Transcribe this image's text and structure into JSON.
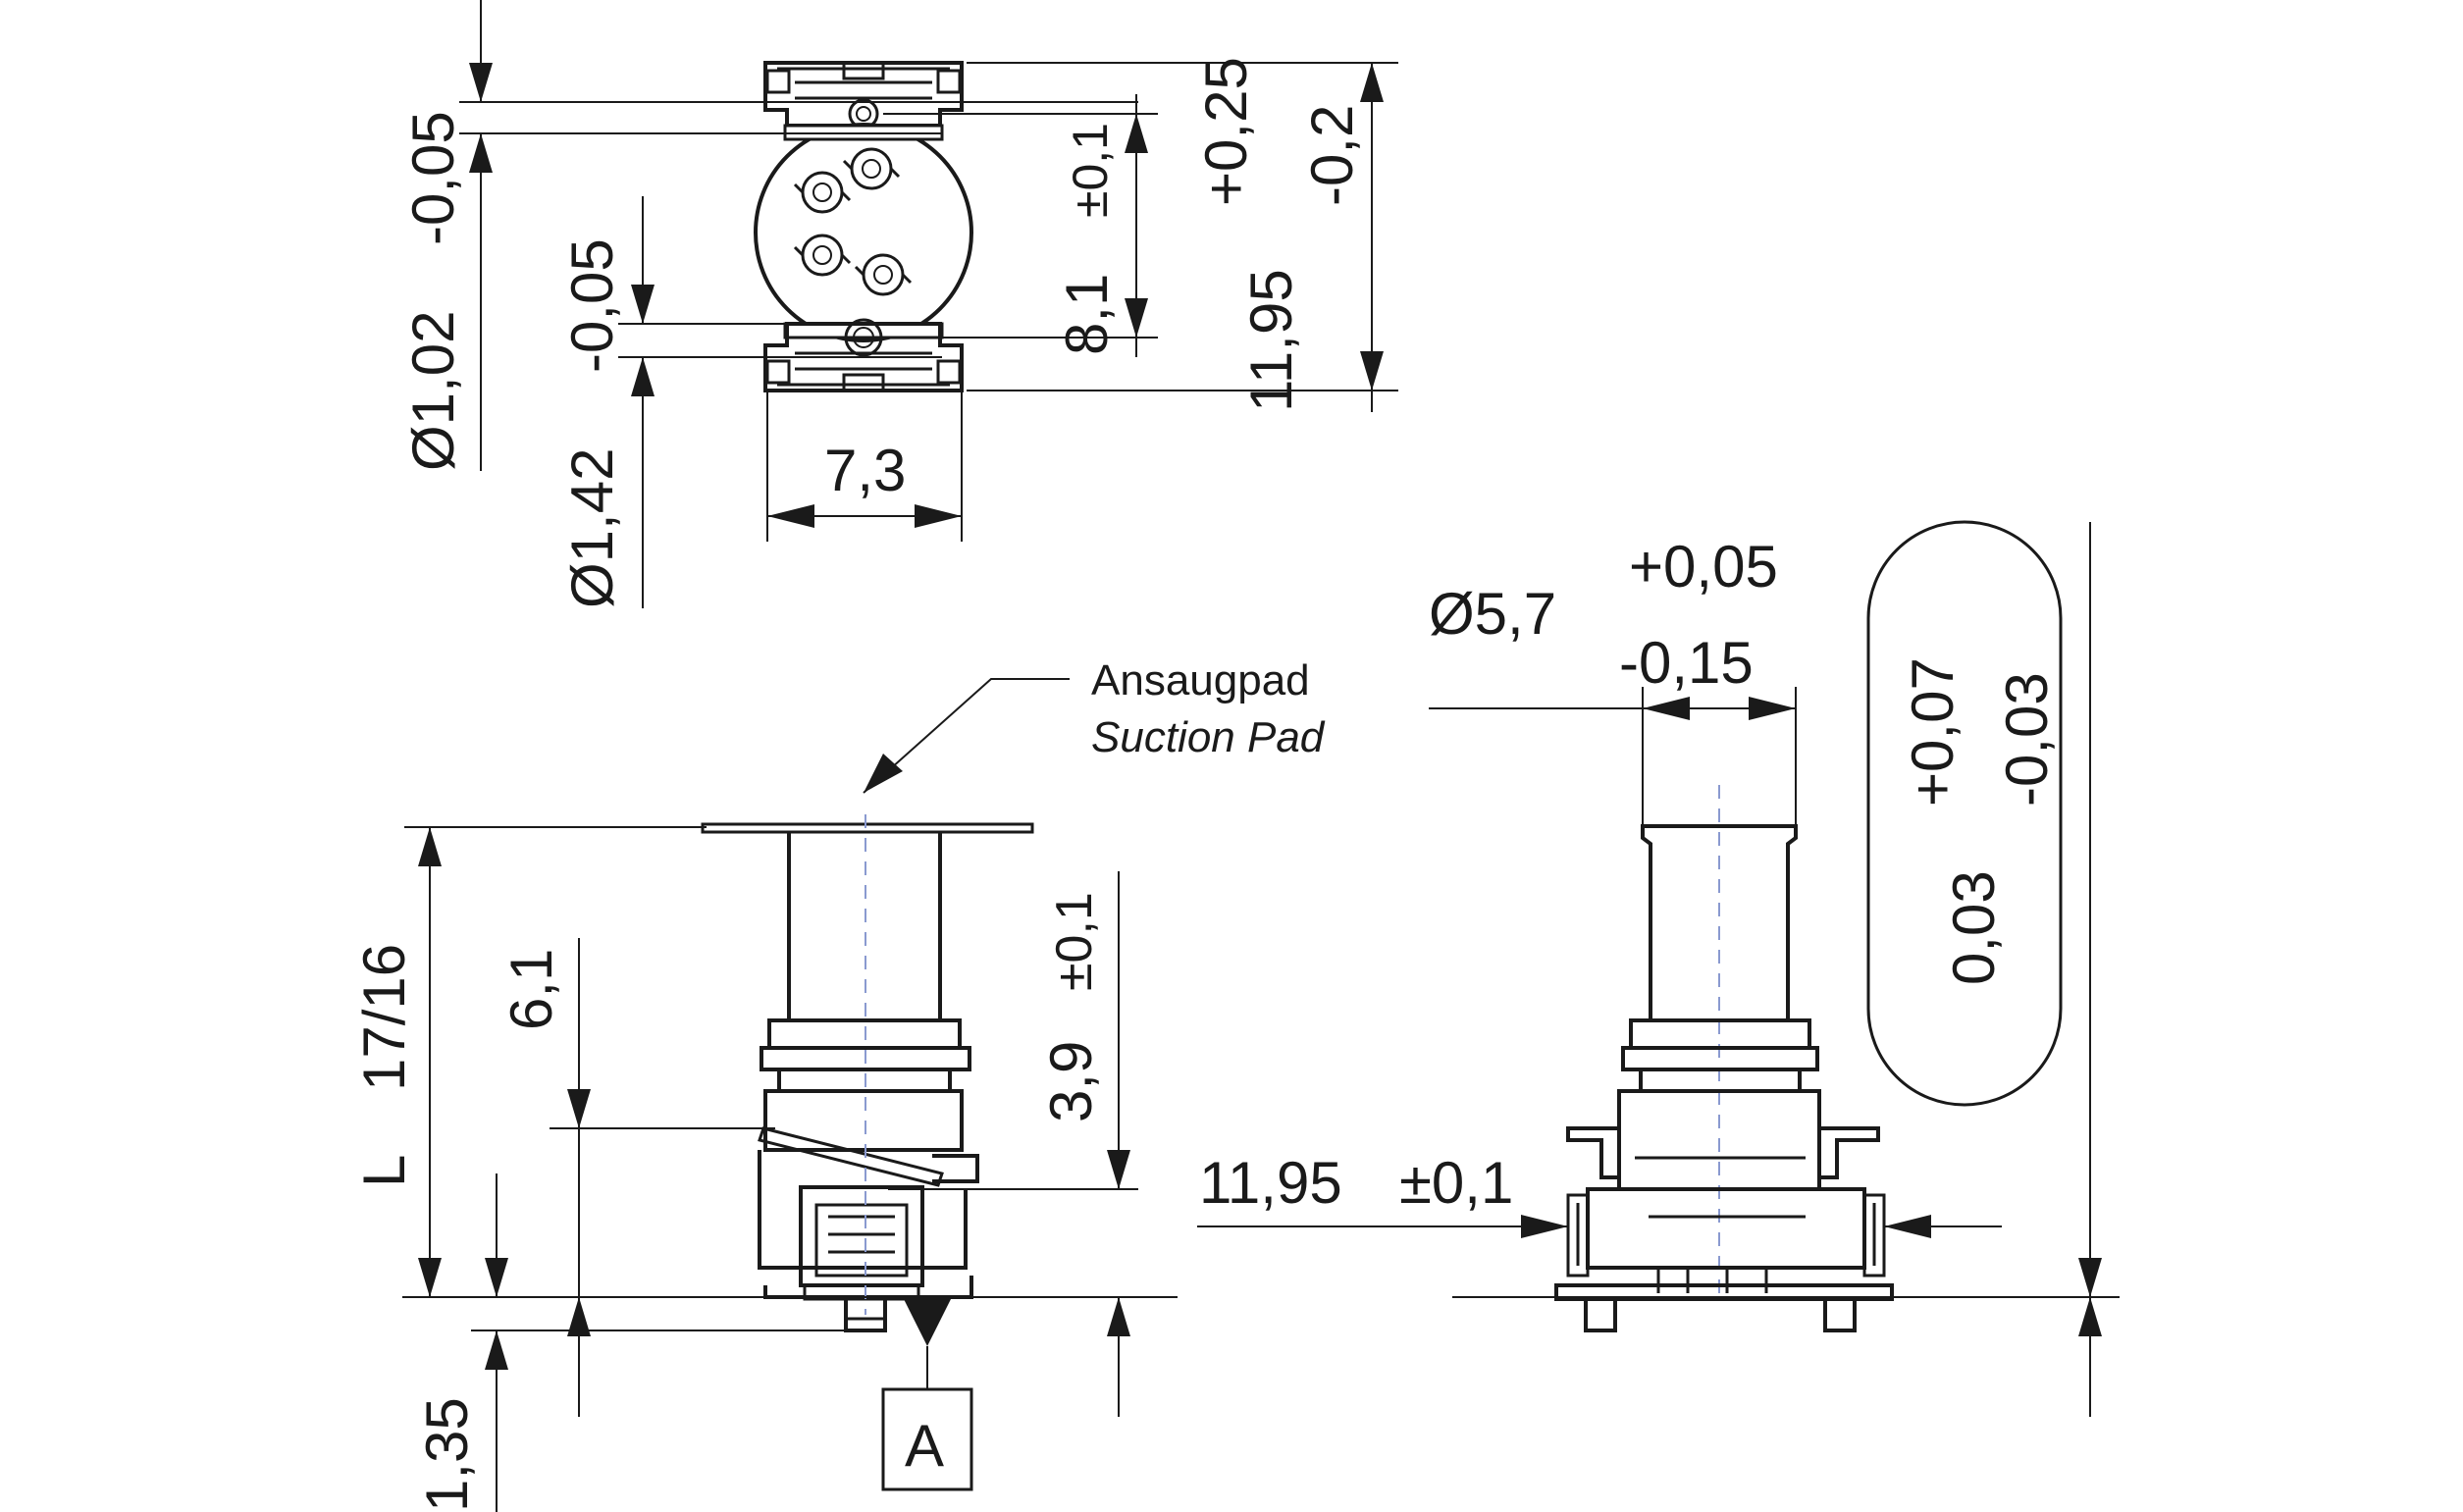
{
  "top_view": {
    "dia_hole_small": "Ø1,02",
    "dia_hole_small_tol": "-0,05",
    "dia_hole_large": "Ø1,42",
    "dia_hole_large_tol": "-0,05",
    "hole_pitch": "8,1",
    "hole_pitch_tol": "±0,1",
    "length": "11,95",
    "length_tol_upper": "+0,25",
    "length_tol_lower": "-0,2",
    "width": "7,3"
  },
  "side_view": {
    "suction_pad_de": "Ansaugpad",
    "suction_pad_en": "Suction Pad",
    "height_L": "L",
    "height_L_value": "17/16",
    "height_6_1": "6,1",
    "height_3_9": "3,9",
    "height_3_9_tol": "±0,1",
    "pin_height": "1,35",
    "datum": "A"
  },
  "front_view": {
    "shaft_dia": "Ø5,7",
    "shaft_dia_tol_upper": "+0,05",
    "shaft_dia_tol_lower": "-0,15",
    "width": "11,95",
    "width_tol": "±0,1",
    "flatness_upper": "+0,07",
    "flatness_lower": "-0,03",
    "flatness_value": "0,03"
  }
}
